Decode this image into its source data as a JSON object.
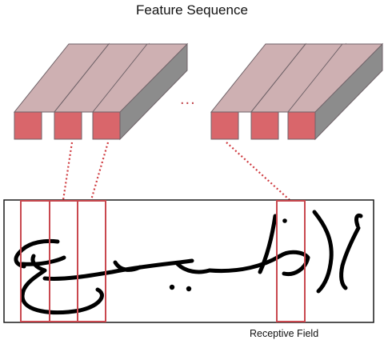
{
  "diagram": {
    "title": "Feature Sequence",
    "ellipsis": "...",
    "receptive_field_label": "Receptive Field",
    "handwriting_text": "الخليج",
    "colors": {
      "prism_front": "#d9666b",
      "prism_top": "#ceb0b2",
      "prism_side": "#8c8c8c",
      "prism_edge": "#6f6268",
      "receptive_box": "#c9484f",
      "connector": "#cf3a3f",
      "ink": "#000000",
      "frame": "#1a1a1a"
    }
  }
}
